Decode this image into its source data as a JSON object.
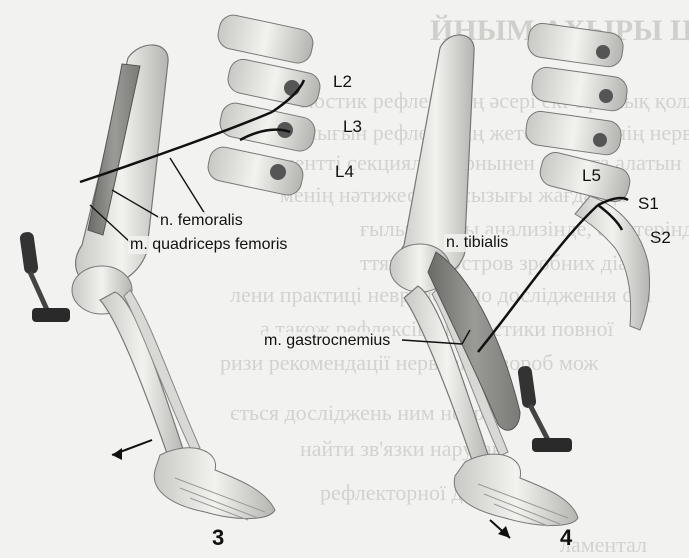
{
  "background_heading": "ЙНЫМ АХЫРЫ ЦЕНТРЕНЫН СПЕ",
  "panels": [
    {
      "number": "3",
      "nerve": "n. femoralis",
      "muscle": "m. quadriceps femoris",
      "segments": [
        "L2",
        "L3",
        "L4"
      ]
    },
    {
      "number": "4",
      "nerve": "n. tibialis",
      "muscle": "m. gastrocnemius",
      "segments": [
        "L5",
        "S1",
        "S2"
      ]
    }
  ]
}
